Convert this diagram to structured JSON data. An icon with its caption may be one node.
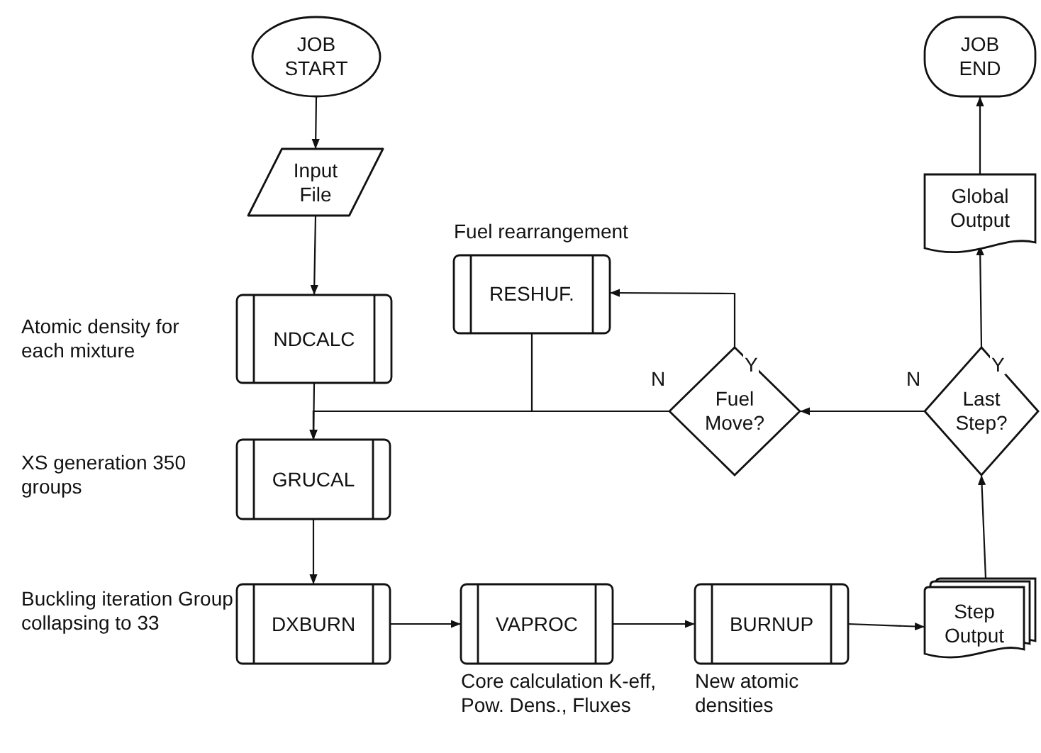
{
  "diagram": {
    "nodes": [
      {
        "text": [
          "JOB START"
        ]
      },
      {
        "text": [
          "JOB END"
        ]
      },
      {
        "text": [
          "Input File"
        ]
      },
      {
        "text": [
          "Global Output"
        ]
      },
      {
        "text": [
          "RESHUF."
        ],
        "beside": [
          "Fuel rearrangement"
        ]
      },
      {
        "text": [
          "NDCALC"
        ],
        "beside": [
          "Atomic density for each mixture"
        ]
      },
      {
        "text": [
          "Fuel Move?"
        ]
      },
      {
        "text": [
          "Last Step?"
        ]
      },
      {
        "text": [
          "GRUCAL"
        ],
        "beside": [
          "XS generation 350 groups"
        ]
      },
      {
        "text": [
          "DXBURN"
        ],
        "beside": [
          "Buckling iteration Group collapsing to 33"
        ]
      },
      {
        "text": [
          "VAPROC"
        ],
        "beside": [
          "Core calculation K-eff, Pow. Dens., Fluxes"
        ]
      },
      {
        "text": [
          "BURNUP"
        ],
        "beside": [
          "New atomic densities"
        ]
      },
      {
        "text": [
          "Step Output"
        ]
      }
    ],
    "edges": [
      {
        "from": 0,
        "to": 2,
        "arrow": "to"
      },
      {
        "from": 2,
        "to": 5,
        "arrow": "to"
      },
      {
        "from": 5,
        "to": 8,
        "arrow": "to"
      },
      {
        "from": 8,
        "to": 9,
        "arrow": "to"
      },
      {
        "from": 9,
        "to": 10,
        "arrow": "to"
      },
      {
        "from": 10,
        "to": 11,
        "arrow": "to"
      },
      {
        "from": 11,
        "to": 12,
        "arrow": "to"
      },
      {
        "from": 12,
        "to": 7,
        "arrow": "to"
      },
      {
        "from": 7,
        "to": 3,
        "label": "Y",
        "arrow": "to"
      },
      {
        "from": 3,
        "to": 1,
        "arrow": "to"
      },
      {
        "from": 7,
        "to": 6,
        "label": "N",
        "arrow": "to"
      },
      {
        "from": 6,
        "to": 4,
        "label": "Y",
        "arrow": "to"
      },
      {
        "from": 6,
        "to": 8,
        "label": "N",
        "arrow": "to"
      },
      {
        "from": 4,
        "to": 8,
        "arrow": "to"
      }
    ]
  }
}
